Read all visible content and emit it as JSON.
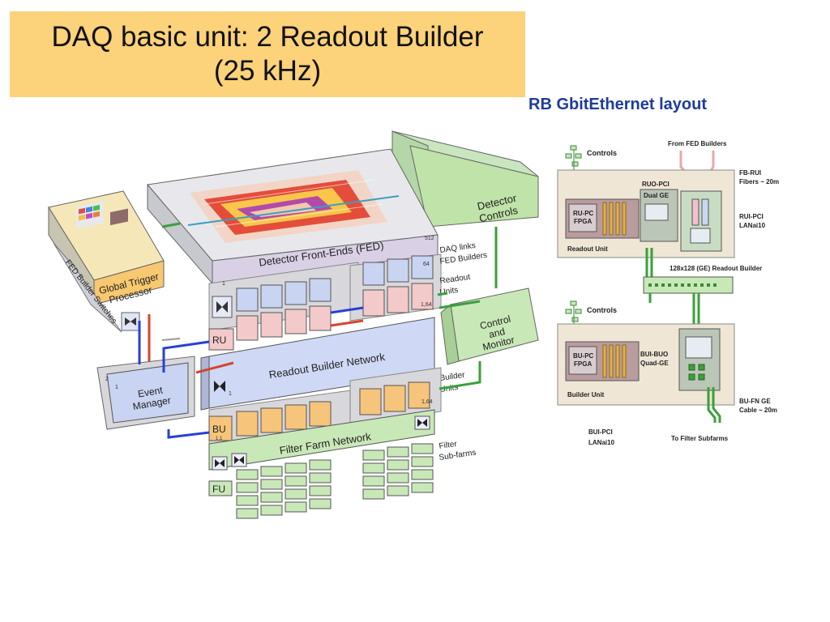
{
  "title": {
    "line1": "DAQ basic unit: 2 Readout Builder",
    "line2": "(25 kHz)"
  },
  "rb_heading": "RB GbitEthernet layout",
  "left_diagram": {
    "detector_front_ends": "Detector Front-Ends (FED)",
    "detector_controls_1": "Detector",
    "detector_controls_2": "Controls",
    "global_trigger_1": "Global Trigger",
    "global_trigger_2": "Processor",
    "fed_builder_switches": "FED Builder Switches",
    "daq_links": "DAQ links",
    "fed_builders": "FED Builders",
    "readout_1": "Readout",
    "readout_2": "Units",
    "builder_1": "Builder",
    "builder_2": "Units",
    "filter_1": "Filter",
    "filter_2": "Sub-farms",
    "control_1": "Control",
    "control_2": "and",
    "control_3": "Monitor",
    "readout_builder_network": "Readout Builder Network",
    "filter_farm_network": "Filter Farm Network",
    "event_1": "Event",
    "event_2": "Manager",
    "ru": "RU",
    "bu": "BU",
    "fu": "FU",
    "n512": "512",
    "n1": "1",
    "n64": "64",
    "n164": "1,64",
    "n11": "1,1",
    "n2": "2"
  },
  "right_diagram": {
    "controls_top": "Controls",
    "from_fed_builders": "From FED Builders",
    "fb_rui_1": "FB-RUI",
    "fb_rui_2": "Fibers ~ 20m",
    "ruo_pci": "RUO-PCI",
    "dual_ge": "Dual GE",
    "ru_pc_1": "RU-PC",
    "ru_pc_2": "FPGA",
    "rui_pci_1": "RUI-PCI",
    "rui_pci_2": "LANai10",
    "readout_unit": "Readout Unit",
    "readout_builder_128": "128x128 (GE) Readout  Builder",
    "controls_bottom": "Controls",
    "bu_pc_1": "BU-PC",
    "bu_pc_2": "FPGA",
    "bui_buo_1": "BUI-BUO",
    "bui_buo_2": "Quad-GE",
    "builder_unit": "Builder Unit",
    "bu_fn_1": "BU-FN GE",
    "bu_fn_2": "Cable ~ 20m",
    "bui_pci_1": "BUI-PCI",
    "bui_pci_2": "LANai10",
    "to_filter": "To Filter Subfarms"
  }
}
